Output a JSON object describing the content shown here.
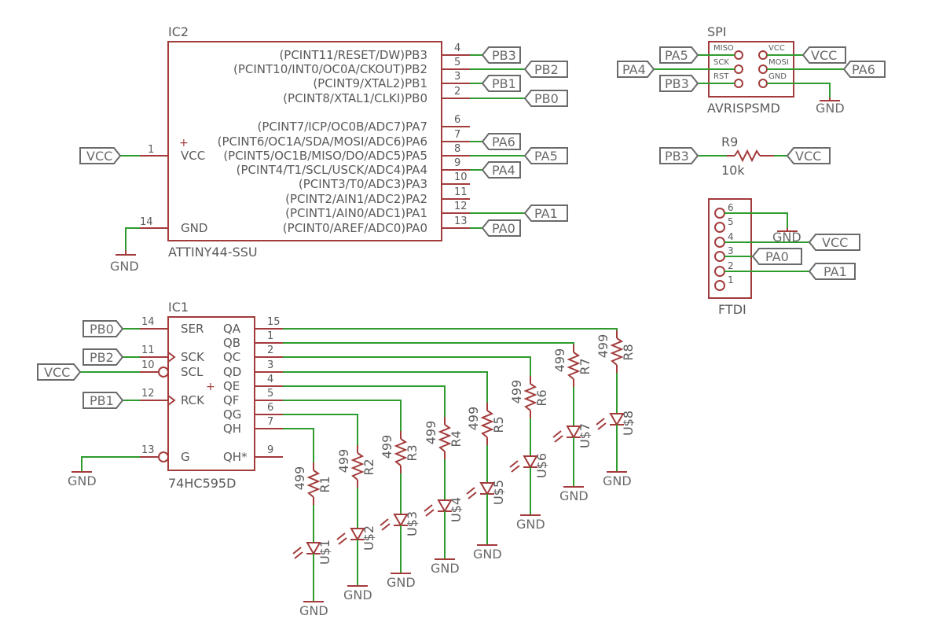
{
  "ic2": {
    "name": "IC2",
    "part": "ATTINY44-SSU",
    "vcc_label": "VCC",
    "gnd_label": "GND",
    "vcc_pin": "1",
    "gnd_pin": "14",
    "right_pins": [
      {
        "label": "(PCINT11/RESET/DW)PB3",
        "num": "4",
        "net": "PB3"
      },
      {
        "label": "(PCINT10/INT0/OC0A/CKOUT)PB2",
        "num": "5",
        "net": "PB2"
      },
      {
        "label": "(PCINT9/XTAL2)PB1",
        "num": "3",
        "net": "PB1"
      },
      {
        "label": "(PCINT8/XTAL1/CLKI)PB0",
        "num": "2",
        "net": "PB0"
      },
      {
        "label": "(PCINT7/ICP/OC0B/ADC7)PA7",
        "num": "6",
        "net": ""
      },
      {
        "label": "(PCINT6/OC1A/SDA/MOSI/ADC6)PA6",
        "num": "7",
        "net": "PA6"
      },
      {
        "label": "(PCINT5/OC1B/MISO/DO/ADC5)PA5",
        "num": "8",
        "net": "PA5"
      },
      {
        "label": "(PCINT4/T1/SCL/USCK/ADC4)PA4",
        "num": "9",
        "net": "PA4"
      },
      {
        "label": "(PCINT3/T0/ADC3)PA3",
        "num": "10",
        "net": ""
      },
      {
        "label": "(PCINT2/AIN1/ADC2)PA2",
        "num": "11",
        "net": ""
      },
      {
        "label": "(PCINT1/AIN0/ADC1)PA1",
        "num": "12",
        "net": "PA1"
      },
      {
        "label": "(PCINT0/AREF/ADC0)PA0",
        "num": "13",
        "net": "PA0"
      }
    ],
    "vcc_net": "VCC",
    "gnd_net": "GND"
  },
  "ic1": {
    "name": "IC1",
    "part": "74HC595D",
    "left_pins": [
      {
        "label": "SER",
        "num": "14",
        "net": "PB0"
      },
      {
        "label": "SCK",
        "num": "11",
        "net": "PB2"
      },
      {
        "label": "SCL",
        "num": "10",
        "net": "VCC"
      },
      {
        "label": "RCK",
        "num": "12",
        "net": "PB1"
      },
      {
        "label": "G",
        "num": "13",
        "net": "GND"
      }
    ],
    "right_pins": [
      {
        "label": "QA",
        "num": "15"
      },
      {
        "label": "QB",
        "num": "1"
      },
      {
        "label": "QC",
        "num": "2"
      },
      {
        "label": "QD",
        "num": "3"
      },
      {
        "label": "QE",
        "num": "4"
      },
      {
        "label": "QF",
        "num": "5"
      },
      {
        "label": "QG",
        "num": "6"
      },
      {
        "label": "QH",
        "num": "7"
      },
      {
        "label": "QH*",
        "num": "9"
      }
    ]
  },
  "spi": {
    "name": "SPI",
    "part": "AVRISPSMD",
    "pins": [
      "MISO",
      "VCC",
      "SCK",
      "MOSI",
      "RST",
      "GND"
    ],
    "nets": {
      "miso": "PA5",
      "vcc": "VCC",
      "sck": "PA4",
      "mosi": "PA6",
      "rst": "PB3",
      "gnd": "GND"
    }
  },
  "r9": {
    "name": "R9",
    "value": "10k",
    "left_net": "PB3",
    "right_net": "VCC"
  },
  "ftdi": {
    "name": "FTDI",
    "pins": [
      "6",
      "5",
      "4",
      "3",
      "2",
      "1"
    ],
    "nets": {
      "gnd": "GND",
      "vcc": "VCC",
      "pa0": "PA0",
      "pa1": "PA1"
    }
  },
  "channels": [
    {
      "r": "R1",
      "val": "499",
      "led": "U$1",
      "gnd": "GND"
    },
    {
      "r": "R2",
      "val": "499",
      "led": "U$2",
      "gnd": "GND"
    },
    {
      "r": "R3",
      "val": "499",
      "led": "U$3",
      "gnd": "GND"
    },
    {
      "r": "R4",
      "val": "499",
      "led": "U$4",
      "gnd": "GND"
    },
    {
      "r": "R5",
      "val": "499",
      "led": "U$5",
      "gnd": "GND"
    },
    {
      "r": "R6",
      "val": "499",
      "led": "U$6",
      "gnd": "GND"
    },
    {
      "r": "R7",
      "val": "499",
      "led": "U$7",
      "gnd": "GND"
    },
    {
      "r": "R8",
      "val": "499",
      "led": "U$8",
      "gnd": "GND"
    }
  ],
  "colors": {
    "component": "#a33b3b",
    "wire": "#2e9b2e",
    "flag": "#6a6a6a"
  }
}
